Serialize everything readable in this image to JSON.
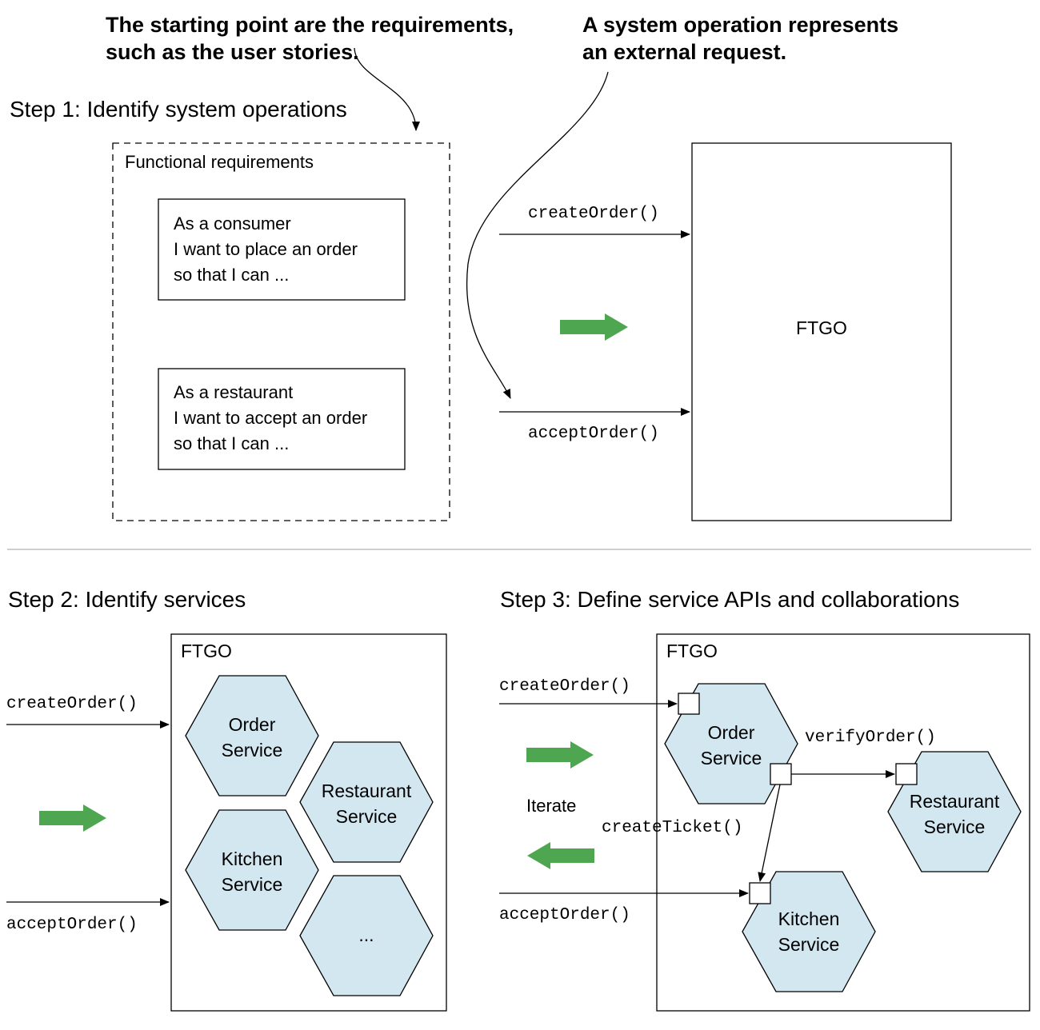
{
  "annotations": {
    "requirements_line1": "The starting point are the requirements,",
    "requirements_line2": "such as the user stories.",
    "sysop_line1": "A system operation represents",
    "sysop_line2": "an external request."
  },
  "step1": {
    "title": "Step 1: Identify system operations",
    "requirements_box_title": "Functional requirements",
    "stories": [
      {
        "lines": [
          "As a consumer",
          "I want to place an order",
          "so that I can ..."
        ]
      },
      {
        "lines": [
          "As a restaurant",
          "I want to accept an order",
          "so that I can ..."
        ]
      }
    ],
    "system_label": "FTGO",
    "operations": [
      "createOrder()",
      "acceptOrder()"
    ]
  },
  "step2": {
    "title": "Step 2: Identify services",
    "system_label": "FTGO",
    "operations": [
      "createOrder()",
      "acceptOrder()"
    ],
    "services": [
      {
        "lines": [
          "Order",
          "Service"
        ]
      },
      {
        "lines": [
          "Restaurant",
          "Service"
        ]
      },
      {
        "lines": [
          "Kitchen",
          "Service"
        ]
      },
      {
        "lines": [
          "..."
        ]
      }
    ]
  },
  "step3": {
    "title": "Step 3: Define service APIs and collaborations",
    "system_label": "FTGO",
    "operations": [
      "createOrder()",
      "acceptOrder()"
    ],
    "iterate_label": "Iterate",
    "collaborations": [
      "verifyOrder()",
      "createTicket()"
    ],
    "services": [
      {
        "lines": [
          "Order",
          "Service"
        ]
      },
      {
        "lines": [
          "Restaurant",
          "Service"
        ]
      },
      {
        "lines": [
          "Kitchen",
          "Service"
        ]
      }
    ]
  },
  "colors": {
    "hexagon_fill": "#d3e7f1",
    "green_arrow": "#4fa651",
    "line": "#000000",
    "separator": "#b0b0b0"
  }
}
